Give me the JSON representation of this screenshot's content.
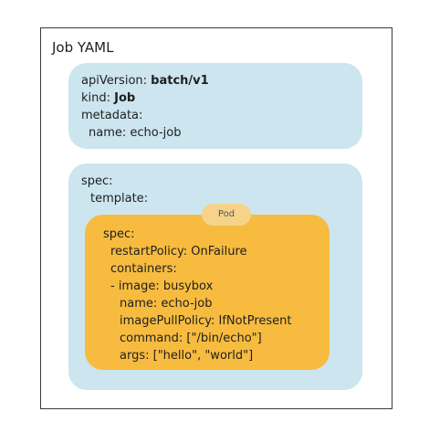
{
  "title": "Job YAML",
  "metadata_block": {
    "api_version_key": "apiVersion: ",
    "api_version_value": "batch/v1",
    "kind_key": "kind: ",
    "kind_value": "Job",
    "metadata_key": "metadata:",
    "name_line": "name: echo-job"
  },
  "spec_block": {
    "spec_key": "spec:",
    "template_key": "template:"
  },
  "pod_block": {
    "tag": "Pod",
    "lines": [
      "spec:",
      "restartPolicy: OnFailure",
      "containers:",
      "- image: busybox",
      "name: echo-job",
      "imagePullPolicy: IfNotPresent",
      "command: [\"/bin/echo\"]",
      "args: [\"hello\", \"world\"]"
    ]
  },
  "colors": {
    "blue_box": "#cce5ef",
    "orange_box": "#f7bb3f",
    "pod_tag": "#f5d48a",
    "frame_border": "#3a3a3a"
  }
}
